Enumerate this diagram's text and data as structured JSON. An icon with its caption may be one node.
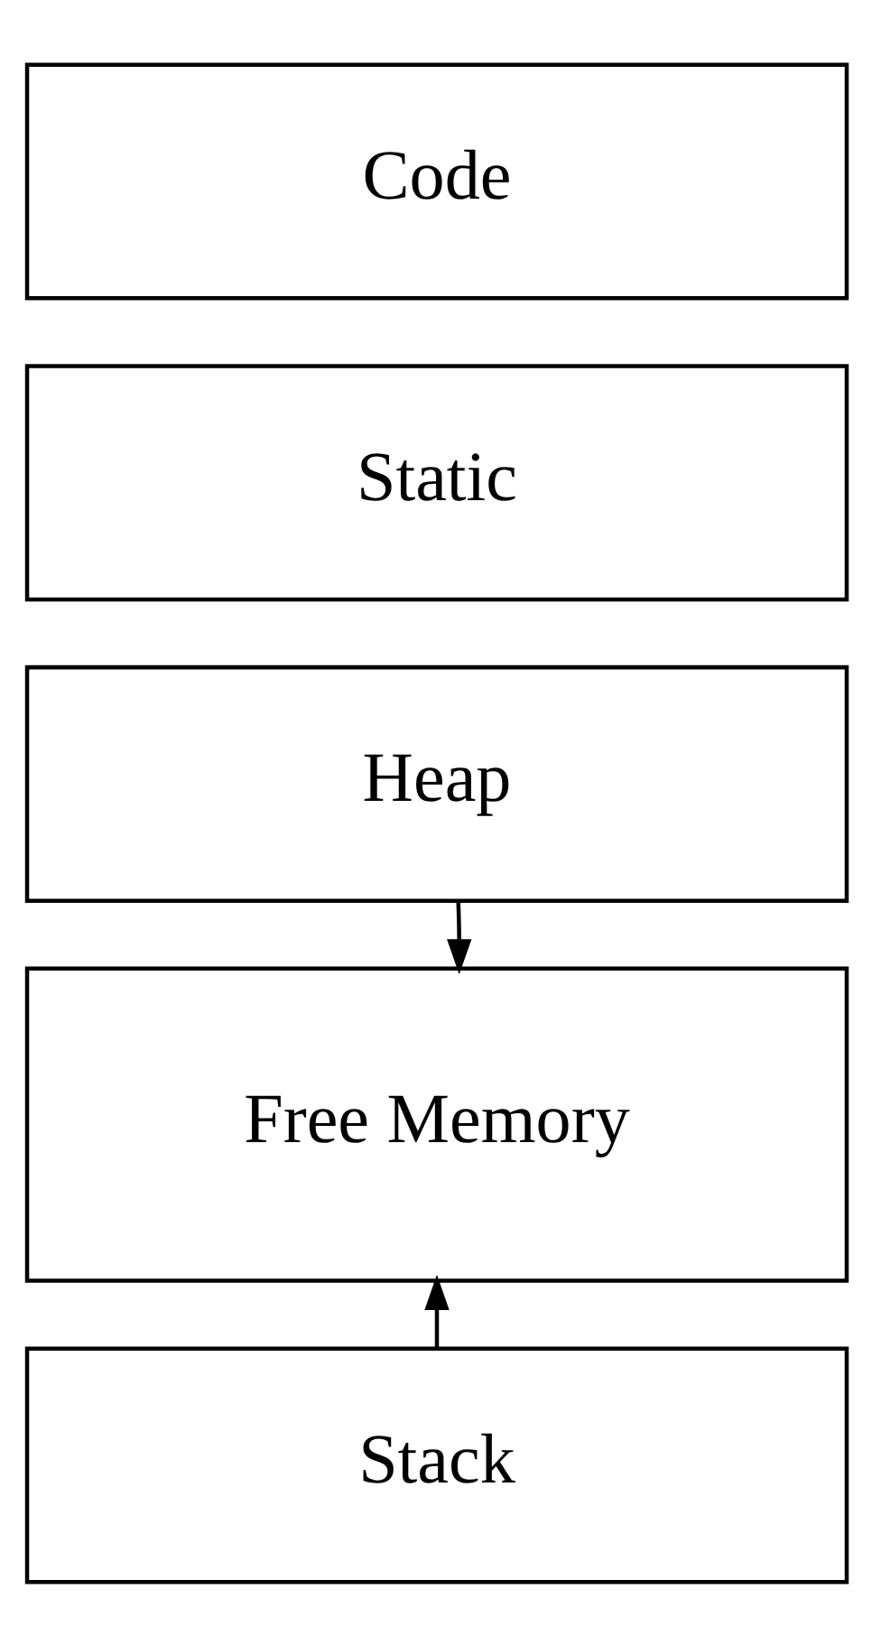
{
  "diagram": {
    "nodes": [
      {
        "text": [
          "Code"
        ]
      },
      {
        "text": [
          "Static"
        ]
      },
      {
        "text": [
          "Heap"
        ]
      },
      {
        "text": [
          "Free Memory"
        ]
      },
      {
        "text": [
          "Stack"
        ]
      }
    ],
    "edges": [
      {
        "from": 2,
        "to": 3,
        "arrow": "to"
      },
      {
        "from": 4,
        "to": 3,
        "arrow": "to"
      }
    ]
  }
}
